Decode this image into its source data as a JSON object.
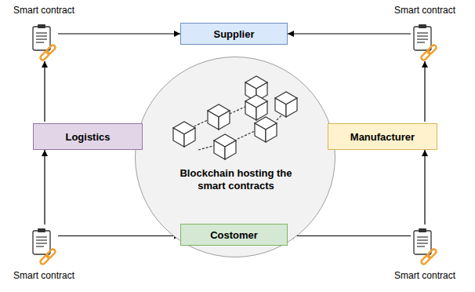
{
  "diagram": {
    "nodes": [
      {
        "text": [
          "Smart contract"
        ]
      },
      {
        "text": [
          "Supplier"
        ]
      },
      {
        "text": [
          "Smart contract"
        ]
      },
      {
        "text": [
          "Blockchain hosting the smart contracts"
        ]
      },
      {
        "text": [
          "Logistics"
        ]
      },
      {
        "text": [
          "Manufacturer"
        ]
      },
      {
        "text": [
          "Smart contract"
        ]
      },
      {
        "text": [
          "Costomer"
        ]
      },
      {
        "text": [
          "Smart contract"
        ]
      }
    ],
    "edges": [
      {
        "from": 0,
        "to": 1,
        "arrow": "to"
      },
      {
        "from": 4,
        "to": 0,
        "arrow": "to"
      },
      {
        "from": 2,
        "to": 1,
        "arrow": "to"
      },
      {
        "from": 5,
        "to": 2,
        "arrow": "to"
      },
      {
        "from": 6,
        "to": 4,
        "arrow": "to"
      },
      {
        "from": 6,
        "to": 7,
        "arrow": "to"
      },
      {
        "from": 8,
        "to": 5,
        "arrow": "to"
      },
      {
        "from": 8,
        "to": 7,
        "arrow": "to"
      }
    ]
  }
}
